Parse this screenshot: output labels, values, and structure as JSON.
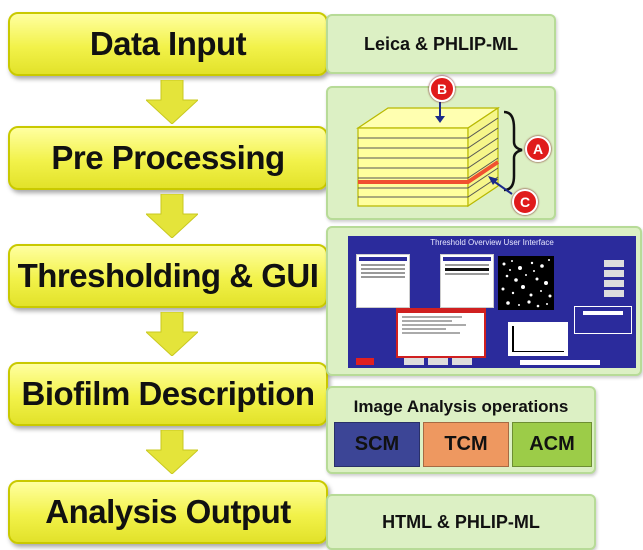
{
  "steps": {
    "data_input": "Data Input",
    "pre_processing": "Pre Processing",
    "thresholding": "Thresholding & GUI",
    "biofilm_description": "Biofilm Description",
    "analysis_output": "Analysis Output"
  },
  "panels": {
    "input_format": "Leica & PHLIP-ML",
    "stack_labels": {
      "a": "A",
      "b": "B",
      "c": "C"
    },
    "gui_title": "Threshold Overview User Interface",
    "operations_title": "Image Analysis operations",
    "operations": [
      {
        "label": "SCM",
        "color": "#3c4596"
      },
      {
        "label": "TCM",
        "color": "#ee9860"
      },
      {
        "label": "ACM",
        "color": "#9ccc48"
      }
    ],
    "output_format": "HTML & PHLIP-ML"
  },
  "colors": {
    "step_fill": "#f2f24a",
    "arrow": "#e4e43a",
    "panel_fill": "#dcf0c4",
    "label_marker": "#e01b1b",
    "gui_background": "#2b2b9c"
  }
}
